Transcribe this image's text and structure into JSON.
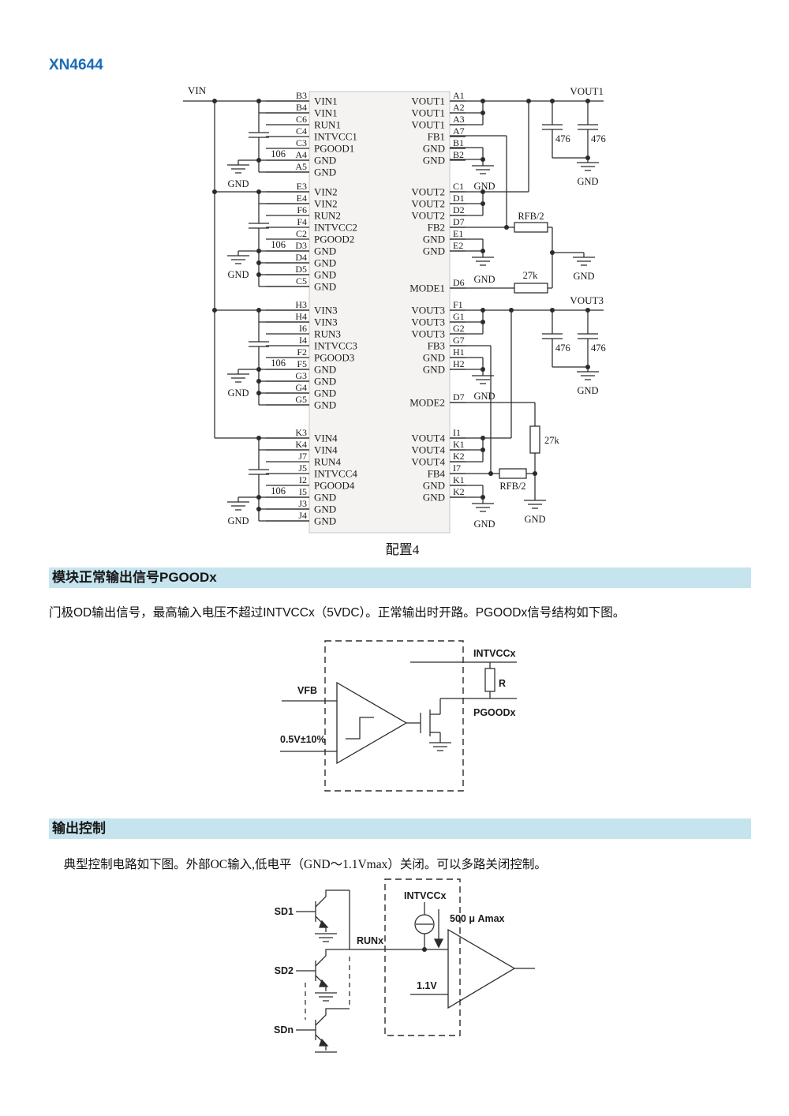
{
  "page": {
    "title": "XN4644"
  },
  "colors": {
    "title": "#1b6cb8",
    "section_bar": "#c6e4ee",
    "wire": "#2b2b2b",
    "chip_fill": "#f5f3f2",
    "chip_stroke": "#c9c5c5"
  },
  "figure1": {
    "caption": "配置4",
    "labels": {
      "vin": "VIN",
      "gnd": "GND",
      "input_cap": "106",
      "output_cap": "476",
      "rfb": "RFB/2",
      "rmode": "27k",
      "vout_top": "VOUT1",
      "vout_bottom": "VOUT3"
    },
    "blocks": [
      {
        "left_pins": [
          {
            "num": "B3",
            "name": "VIN1"
          },
          {
            "num": "B4",
            "name": "VIN1"
          },
          {
            "num": "C6",
            "name": "RUN1"
          },
          {
            "num": "C4",
            "name": "INTVCC1"
          },
          {
            "num": "C3",
            "name": "PGOOD1"
          },
          {
            "num": "A4",
            "name": "GND"
          },
          {
            "num": "A5",
            "name": "GND"
          }
        ],
        "right_pins": [
          {
            "num": "A1",
            "name": "VOUT1"
          },
          {
            "num": "A2",
            "name": "VOUT1"
          },
          {
            "num": "A3",
            "name": "VOUT1"
          },
          {
            "num": "A7",
            "name": "FB1"
          },
          {
            "num": "B1",
            "name": "GND"
          },
          {
            "num": "B2",
            "name": "GND"
          }
        ],
        "mode_pin": null
      },
      {
        "left_pins": [
          {
            "num": "E3",
            "name": "VIN2"
          },
          {
            "num": "E4",
            "name": "VIN2"
          },
          {
            "num": "F6",
            "name": "RUN2"
          },
          {
            "num": "F4",
            "name": "INTVCC2"
          },
          {
            "num": "C2",
            "name": "PGOOD2"
          },
          {
            "num": "D3",
            "name": "GND"
          },
          {
            "num": "D4",
            "name": "GND"
          },
          {
            "num": "D5",
            "name": "GND"
          },
          {
            "num": "C5",
            "name": "GND"
          }
        ],
        "right_pins": [
          {
            "num": "C1",
            "name": "VOUT2"
          },
          {
            "num": "D1",
            "name": "VOUT2"
          },
          {
            "num": "D2",
            "name": "VOUT2"
          },
          {
            "num": "D7",
            "name": "FB2"
          },
          {
            "num": "E1",
            "name": "GND"
          },
          {
            "num": "E2",
            "name": "GND"
          }
        ],
        "mode_pin": {
          "num": "D6",
          "name": "MODE1"
        }
      },
      {
        "left_pins": [
          {
            "num": "H3",
            "name": "VIN3"
          },
          {
            "num": "H4",
            "name": "VIN3"
          },
          {
            "num": "I6",
            "name": "RUN3"
          },
          {
            "num": "I4",
            "name": "INTVCC3"
          },
          {
            "num": "F2",
            "name": "PGOOD3"
          },
          {
            "num": "F5",
            "name": "GND"
          },
          {
            "num": "G3",
            "name": "GND"
          },
          {
            "num": "G4",
            "name": "GND"
          },
          {
            "num": "G5",
            "name": "GND"
          }
        ],
        "right_pins": [
          {
            "num": "F1",
            "name": "VOUT3"
          },
          {
            "num": "G1",
            "name": "VOUT3"
          },
          {
            "num": "G2",
            "name": "VOUT3"
          },
          {
            "num": "G7",
            "name": "FB3"
          },
          {
            "num": "H1",
            "name": "GND"
          },
          {
            "num": "H2",
            "name": "GND"
          }
        ],
        "mode_pin": {
          "num": "D7",
          "name": "MODE2"
        }
      },
      {
        "left_pins": [
          {
            "num": "K3",
            "name": "VIN4"
          },
          {
            "num": "K4",
            "name": "VIN4"
          },
          {
            "num": "J7",
            "name": "RUN4"
          },
          {
            "num": "J5",
            "name": "INTVCC4"
          },
          {
            "num": "I2",
            "name": "PGOOD4"
          },
          {
            "num": "I5",
            "name": "GND"
          },
          {
            "num": "J3",
            "name": "GND"
          },
          {
            "num": "J4",
            "name": "GND"
          }
        ],
        "right_pins": [
          {
            "num": "I1",
            "name": "VOUT4"
          },
          {
            "num": "K1",
            "name": "VOUT4"
          },
          {
            "num": "K2",
            "name": "VOUT4"
          },
          {
            "num": "I7",
            "name": "FB4"
          },
          {
            "num": "K1",
            "name": "GND"
          },
          {
            "num": "K2",
            "name": "GND"
          }
        ],
        "mode_pin": null
      }
    ]
  },
  "section1": {
    "header": "模块正常输出信号PGOODx",
    "body": "门极OD输出信号，最高输入电压不超过INTVCCx（5VDC）。正常输出时开路。PGOODx信号结构如下图。"
  },
  "figure2": {
    "labels": {
      "intvcc": "INTVCCx",
      "r": "R",
      "pgood": "PGOODx",
      "vfb": "VFB",
      "ref": "0.5V±10%"
    }
  },
  "section2": {
    "header": "输出控制",
    "body": "典型控制电路如下图。外部OC输入,低电平（GND～1.1Vmax）关闭。可以多路关闭控制。"
  },
  "figure3": {
    "labels": {
      "sd1": "SD1",
      "sd2": "SD2",
      "sdn": "SDn",
      "runx": "RUNx",
      "intvcc": "INTVCCx",
      "current": "500 μ Amax",
      "vref": "1.1V"
    }
  }
}
